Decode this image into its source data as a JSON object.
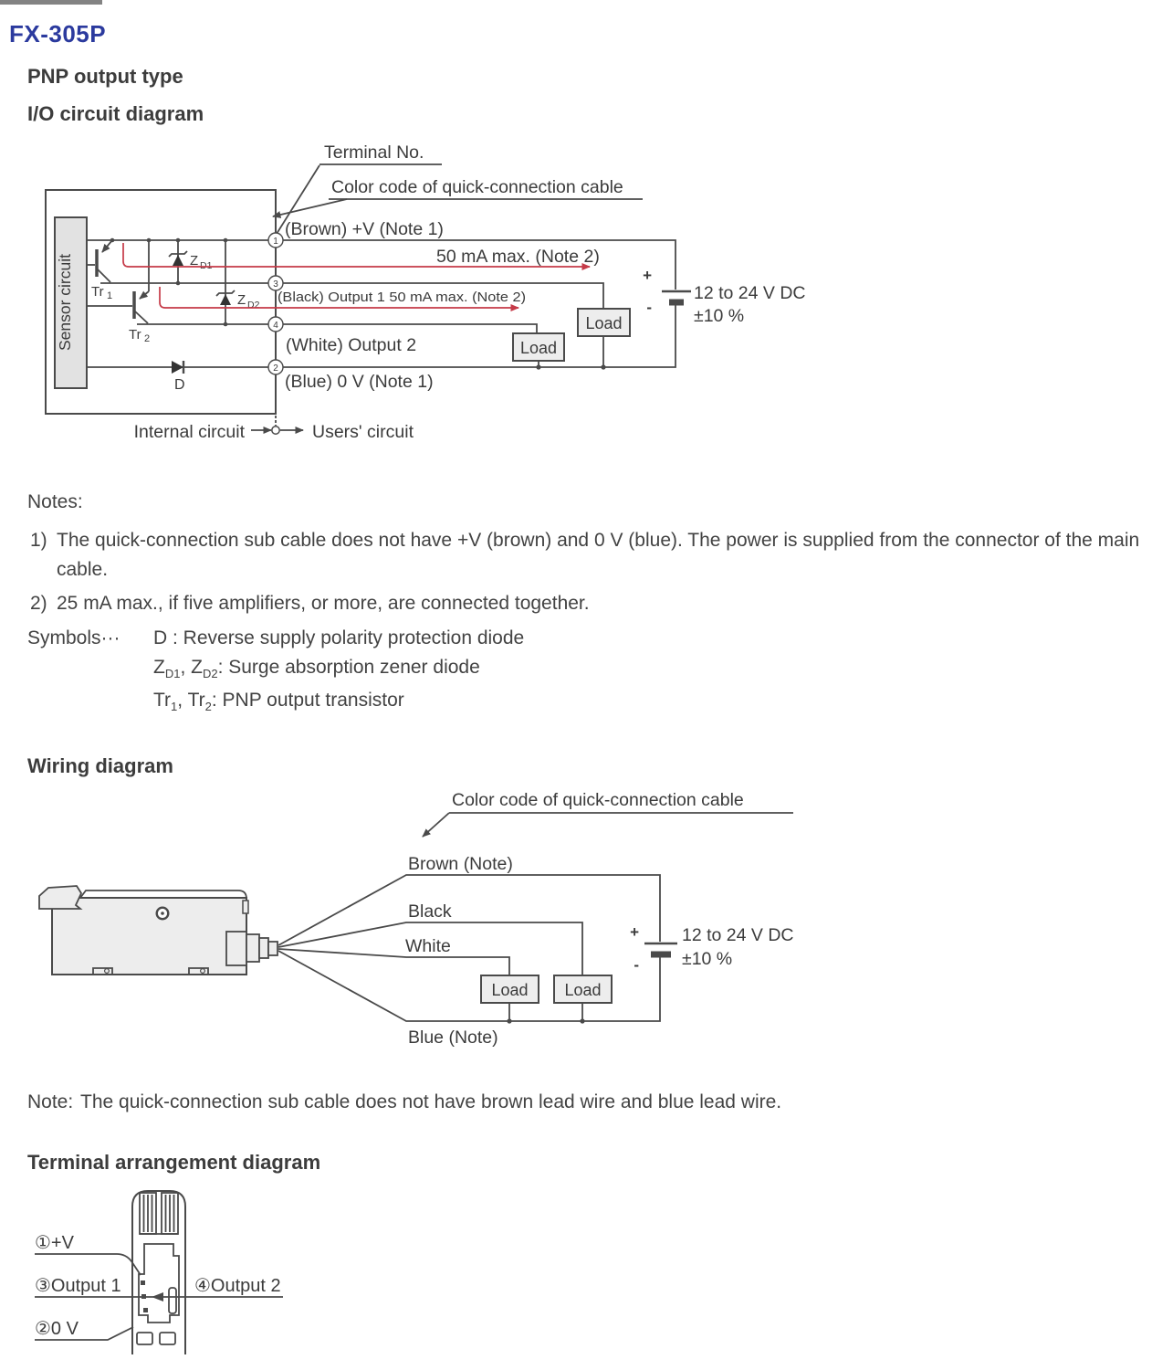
{
  "page": {
    "title": "FX-305P"
  },
  "colors": {
    "accent": "#2b3a9e",
    "line": "#4a4a4a",
    "current_red": "#c53a48"
  },
  "io": {
    "subtitle": "PNP output type",
    "heading": "I/O circuit diagram",
    "terminal_no_label": "Terminal No.",
    "color_code_label": "Color code of quick-connection cable",
    "sensor_circuit": "Sensor circuit",
    "brown_label": "(Brown) +V (Note 1)",
    "current_label": "50 mA max. (Note 2)",
    "black_label": "(Black) Output 1 50 mA max. (Note 2)",
    "white_label": "(White) Output 2",
    "blue_label": "(Blue) 0 V (Note 1)",
    "load_label": "Load",
    "plus": "+",
    "minus": "-",
    "voltage": "12 to 24 V DC",
    "tolerance": "±10 %",
    "internal_label": "Internal circuit",
    "users_label": "Users' circuit",
    "t1": "1",
    "t2": "2",
    "t3": "3",
    "t4": "4",
    "tr1": {
      "main": "Tr",
      "sub": "1"
    },
    "tr2": {
      "main": "Tr",
      "sub": "2"
    },
    "zd1": {
      "main": "Z",
      "sub": "D1"
    },
    "zd2": {
      "main": "Z",
      "sub": "D2"
    },
    "diode_label": "D"
  },
  "notes": {
    "title": "Notes:",
    "n1_marker": "1)",
    "n1_text": "The quick-connection sub cable does not have +V (brown) and 0 V (blue). The power is supplied from the connector of the main cable.",
    "n2_marker": "2)",
    "n2_text": "25 mA max., if five amplifiers, or more, are connected together."
  },
  "symbols": {
    "label": "Symbols···",
    "d_text": "D : Reverse supply polarity protection diode",
    "zd": {
      "z1": "Z",
      "s1": "D1",
      "sep": ", ",
      "z2": "Z",
      "s2": "D2",
      "rest": ": Surge absorption zener diode"
    },
    "tr": {
      "t1": "Tr",
      "s1": "1",
      "sep": ", ",
      "t2": "Tr",
      "s2": "2",
      "rest": ": PNP output transistor"
    }
  },
  "wiring": {
    "heading": "Wiring diagram",
    "color_code_label": "Color code of quick-connection cable",
    "brown": "Brown (Note)",
    "black": "Black",
    "white": "White",
    "blue": "Blue (Note)",
    "load": "Load",
    "plus": "+",
    "minus": "-",
    "voltage": "12 to 24 V DC",
    "tolerance": "±10 %",
    "note_label": "Note:",
    "note_text": "The quick-connection sub cable does not have brown lead wire and blue lead wire."
  },
  "term": {
    "heading": "Terminal arrangement diagram",
    "pin1": "①+V",
    "pin3": "③Output 1",
    "pin4": "④Output 2",
    "pin2": "②0 V"
  }
}
